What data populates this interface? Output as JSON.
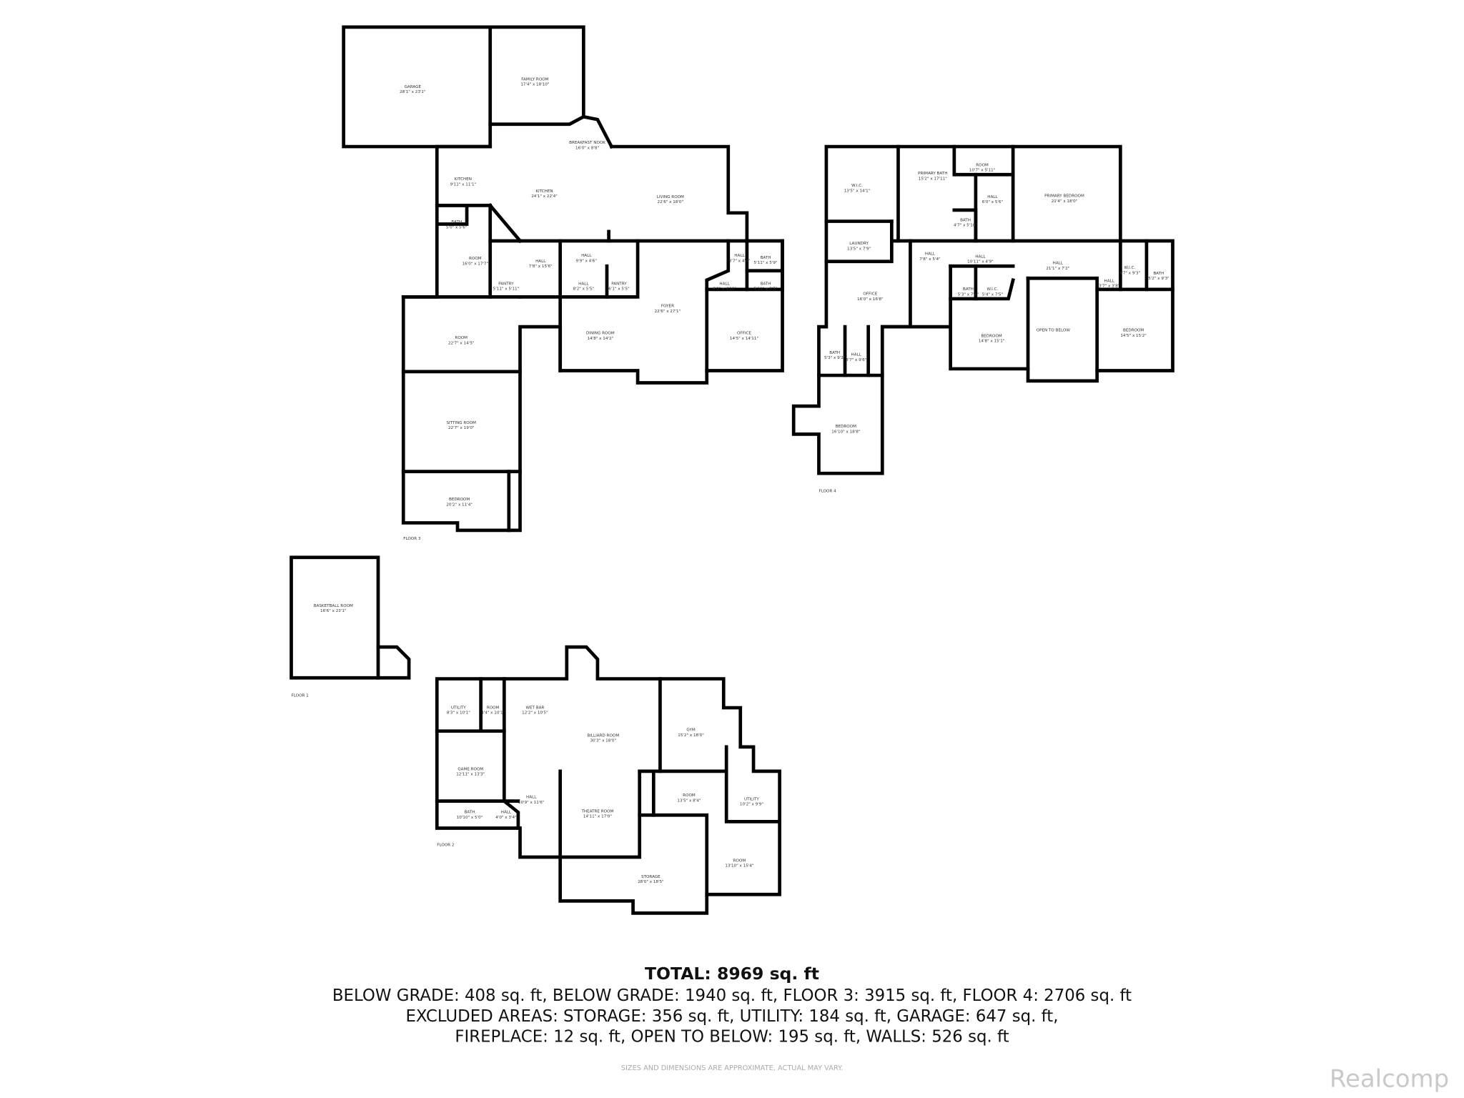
{
  "floors": [
    {
      "label": "FLOOR 3",
      "rooms": [
        {
          "name": "GARAGE",
          "dims": "28'1\" x 23'1\""
        },
        {
          "name": "FAMILY ROOM",
          "dims": "17'4\" x 18'10\""
        },
        {
          "name": "BREAKFAST NOOK",
          "dims": "16'0\" x 8'8\""
        },
        {
          "name": "KITCHEN",
          "dims": "9'11\" x 11'1\""
        },
        {
          "name": "KITCHEN",
          "dims": "24'1\" x 22'4\""
        },
        {
          "name": "LIVING ROOM",
          "dims": "22'6\" x 18'0\""
        },
        {
          "name": "BATH",
          "dims": "5'0\" x 5'6\""
        },
        {
          "name": "ROOM",
          "dims": "16'0\" x 17'7\""
        },
        {
          "name": "HALL",
          "dims": "7'8\" x 15'6\""
        },
        {
          "name": "HALL",
          "dims": "9'9\" x 4'6\""
        },
        {
          "name": "HALL",
          "dims": "8'2\" x 5'5\""
        },
        {
          "name": "PANTRY",
          "dims": "6'1\" x 5'5\""
        },
        {
          "name": "PANTRY",
          "dims": "5'11\" x 5'11\""
        },
        {
          "name": "HALL",
          "dims": "3'7\" x 4'4\""
        },
        {
          "name": "BATH",
          "dims": "5'11\" x 5'9\""
        },
        {
          "name": "HALL",
          "dims": "6'0\" x 4'10\""
        },
        {
          "name": "BATH",
          "dims": "5'11\" x 3'5\""
        },
        {
          "name": "FOYER",
          "dims": "22'6\" x 27'1\""
        },
        {
          "name": "DINING ROOM",
          "dims": "14'8\" x 14'2\""
        },
        {
          "name": "OFFICE",
          "dims": "14'5\" x 14'11\""
        },
        {
          "name": "ROOM",
          "dims": "22'7\" x 14'5\""
        },
        {
          "name": "SITTING ROOM",
          "dims": "22'7\" x 19'0\""
        },
        {
          "name": "BEDROOM",
          "dims": "20'2\" x 11'4\""
        }
      ]
    },
    {
      "label": "FLOOR 4",
      "rooms": [
        {
          "name": "W.I.C.",
          "dims": "13'5\" x 14'1\""
        },
        {
          "name": "PRIMARY BATH",
          "dims": "15'2\" x 17'11\""
        },
        {
          "name": "ROOM",
          "dims": "10'7\" x 5'11\""
        },
        {
          "name": "HALL",
          "dims": "6'0\" x 5'6\""
        },
        {
          "name": "PRIMARY BEDROOM",
          "dims": "21'4\" x 18'0\""
        },
        {
          "name": "BATH",
          "dims": "4'7\" x 5'10\""
        },
        {
          "name": "LAUNDRY",
          "dims": "13'5\" x 7'9\""
        },
        {
          "name": "HALL",
          "dims": "7'8\" x 5'4\""
        },
        {
          "name": "HALL",
          "dims": "10'11\" x 4'9\""
        },
        {
          "name": "HALL",
          "dims": "21'1\" x 7'2\""
        },
        {
          "name": "W.I.C.",
          "dims": "4'7\" x 9'3\""
        },
        {
          "name": "BATH",
          "dims": "5'2\" x 9'3\""
        },
        {
          "name": "HALL",
          "dims": "3'7\" x 3'8\""
        },
        {
          "name": "OFFICE",
          "dims": "16'0\" x 16'8\""
        },
        {
          "name": "BATH",
          "dims": "5'3\" x 7'5\""
        },
        {
          "name": "W.I.C.",
          "dims": "5'4\" x 7'5\""
        },
        {
          "name": "OPEN TO BELOW",
          "dims": ""
        },
        {
          "name": "BEDROOM",
          "dims": "14'8\" x 15'1\""
        },
        {
          "name": "BEDROOM",
          "dims": "14'5\" x 15'2\""
        },
        {
          "name": "BATH",
          "dims": "5'3\" x 9'2\""
        },
        {
          "name": "HALL",
          "dims": "3'7\" x 9'6\""
        },
        {
          "name": "BEDROOM",
          "dims": "16'10\" x 18'8\""
        }
      ]
    },
    {
      "label": "FLOOR 1",
      "rooms": [
        {
          "name": "BASKETBALL ROOM",
          "dims": "16'6\" x 23'1\""
        }
      ]
    },
    {
      "label": "FLOOR 2",
      "rooms": [
        {
          "name": "UTILITY",
          "dims": "8'3\" x 10'1\""
        },
        {
          "name": "ROOM",
          "dims": "4'4\" x 10'1\""
        },
        {
          "name": "WET BAR",
          "dims": "12'2\" x 10'5\""
        },
        {
          "name": "BILLIARD ROOM",
          "dims": "30'3\" x 18'0\""
        },
        {
          "name": "GYM",
          "dims": "15'2\" x 18'0\""
        },
        {
          "name": "GAME ROOM",
          "dims": "12'11\" x 13'3\""
        },
        {
          "name": "ROOM",
          "dims": "13'5\" x 8'4\""
        },
        {
          "name": "UTILITY",
          "dims": "10'2\" x 9'9\""
        },
        {
          "name": "HALL",
          "dims": "10'9\" x 11'6\""
        },
        {
          "name": "THEATRE ROOM",
          "dims": "14'11\" x 17'0\""
        },
        {
          "name": "BATH",
          "dims": "10'10\" x 5'0\""
        },
        {
          "name": "HALL",
          "dims": "4'0\" x 3'4\""
        },
        {
          "name": "STORAGE",
          "dims": "28'0\" x 18'5\""
        },
        {
          "name": "ROOM",
          "dims": "13'10\" x 15'4\""
        }
      ]
    }
  ],
  "summary": {
    "total": "TOTAL: 8969 sq. ft",
    "line1": "BELOW GRADE: 408 sq. ft, BELOW GRADE: 1940 sq. ft, FLOOR 3: 3915 sq. ft, FLOOR 4: 2706 sq. ft",
    "line2": "EXCLUDED AREAS: STORAGE: 356 sq. ft, UTILITY: 184 sq. ft, GARAGE: 647 sq. ft,",
    "line3": "FIREPLACE: 12 sq. ft, OPEN TO BELOW: 195 sq. ft, WALLS: 526 sq. ft",
    "disclaimer": "SIZES AND DIMENSIONS ARE APPROXIMATE, ACTUAL MAY VARY."
  },
  "watermark": "Realcomp"
}
